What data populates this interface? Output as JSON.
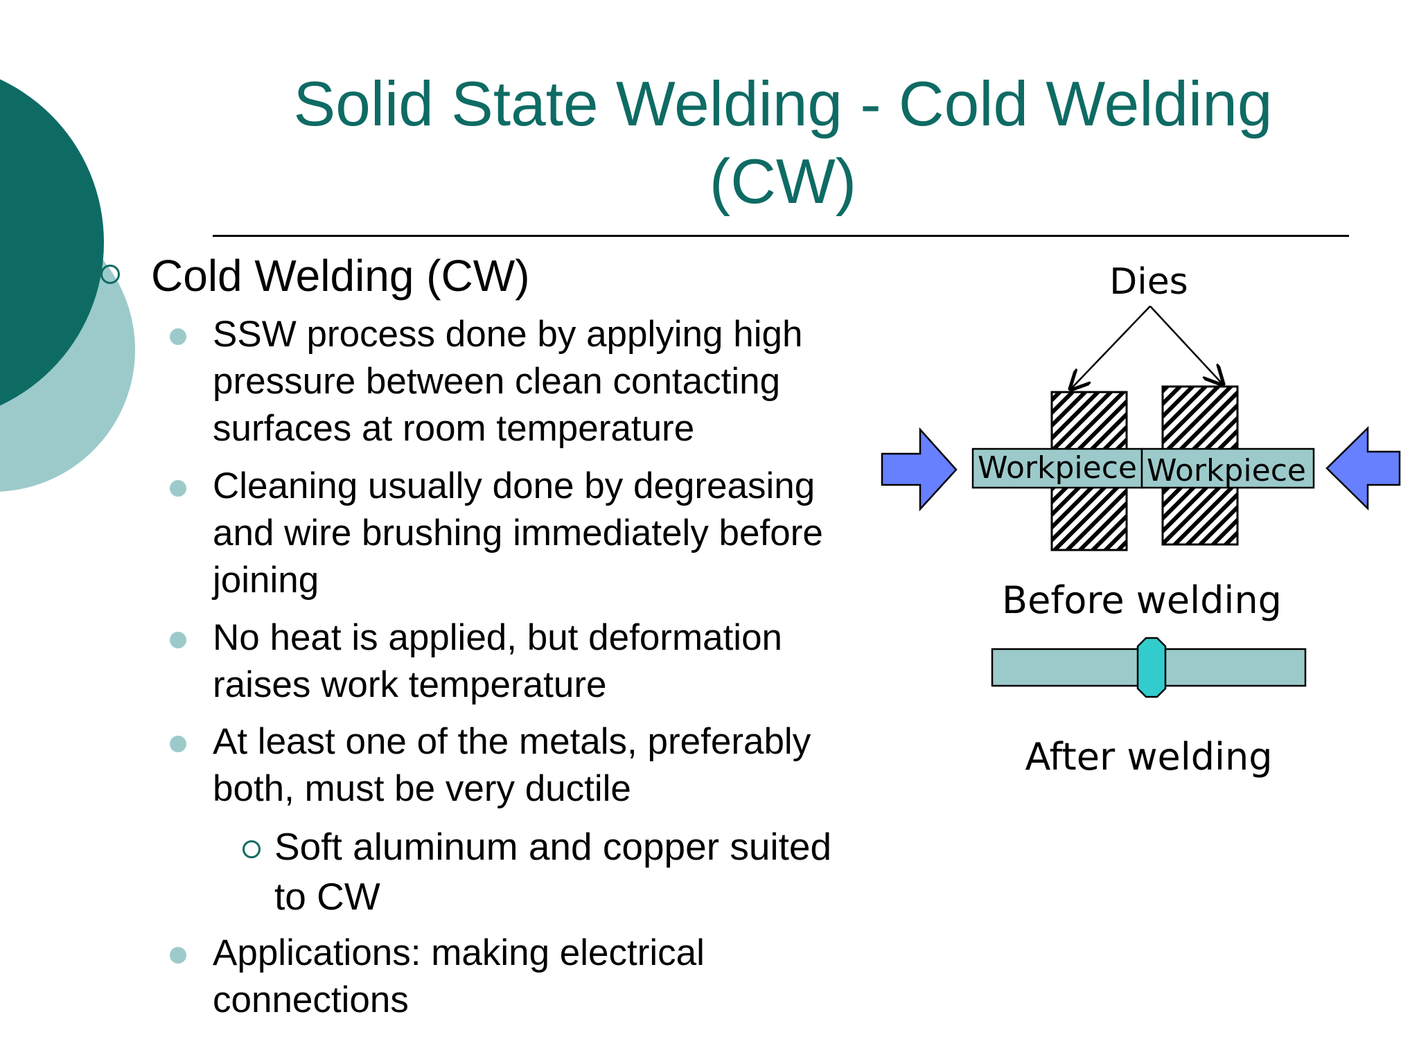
{
  "slide": {
    "title_line1": "Solid State Welding - Cold Welding",
    "title_line2": "(CW)",
    "heading": "Cold Welding (CW)",
    "bullets": [
      {
        "lines": [
          "SSW process done by applying high",
          "pressure between clean contacting",
          "surfaces at room temperature"
        ]
      },
      {
        "lines": [
          "Cleaning usually done by degreasing",
          "and wire brushing immediately before",
          "joining"
        ]
      },
      {
        "lines": [
          "No heat is applied, but deformation",
          "raises work temperature"
        ]
      },
      {
        "lines": [
          "At least one of the metals, preferably",
          "both, must be very ductile"
        ]
      },
      {
        "lines": [
          "Applications: making electrical",
          "connections"
        ]
      }
    ],
    "sub_bullet": {
      "lines": [
        "Soft aluminum and copper suited",
        "to CW"
      ]
    }
  },
  "diagram": {
    "dies_label": "Dies",
    "workpiece_left": "Workpiece",
    "workpiece_right": "Workpiece",
    "before_label": "Before welding",
    "after_label": "After welding"
  },
  "colors": {
    "title": "#0e6b64",
    "circle_dark": "#0e6b64",
    "circle_light": "#9ccaca",
    "workpiece_fill": "#9ccaca",
    "weld_fill": "#33cccc",
    "arrow_fill": "#6680ff"
  }
}
